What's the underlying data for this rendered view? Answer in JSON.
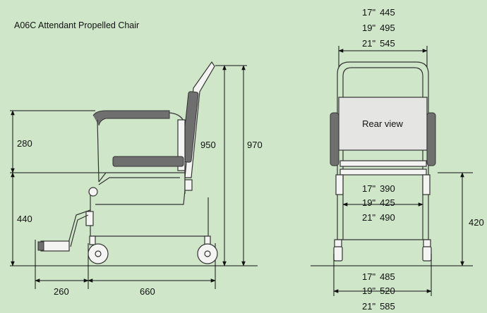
{
  "title": "A06C Attendant Propelled Chair",
  "side_view": {
    "dim_armrest_height": "280",
    "dim_seat_height": "440",
    "dim_overall_height": "950",
    "dim_total_height": "970",
    "dim_footrest_depth": "260",
    "dim_chair_depth": "660"
  },
  "rear_view": {
    "label": "Rear view",
    "overall_width": [
      {
        "inch": "17\"",
        "mm": "445"
      },
      {
        "inch": "19\"",
        "mm": "495"
      },
      {
        "inch": "21\"",
        "mm": "545"
      }
    ],
    "seat_width": [
      {
        "inch": "17\"",
        "mm": "390"
      },
      {
        "inch": "19\"",
        "mm": "425"
      },
      {
        "inch": "21\"",
        "mm": "490"
      }
    ],
    "base_width": [
      {
        "inch": "17\"",
        "mm": "485"
      },
      {
        "inch": "19\"",
        "mm": "520"
      },
      {
        "inch": "21\"",
        "mm": "585"
      }
    ],
    "dim_seat_height": "420"
  },
  "colors": {
    "background": "#cfe6c9",
    "upholstery": "#6f6f6f",
    "panel": "#e5e5e3",
    "frame": "#f4f4f2"
  }
}
